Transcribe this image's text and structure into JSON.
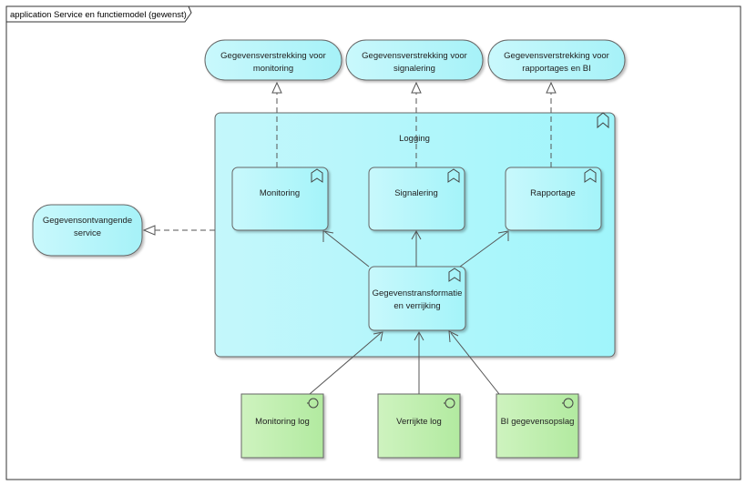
{
  "diagram": {
    "frame_title": "application Service en functiemodel (gewenst)",
    "container": {
      "label": "Logging",
      "icon": "function-bookmark-icon"
    },
    "services_top": [
      {
        "line1": "Gegevensverstrekking voor",
        "line2": "monitoring"
      },
      {
        "line1": "Gegevensverstrekking voor",
        "line2": "signalering"
      },
      {
        "line1": "Gegevensverstrekking voor",
        "line2": "rapportages en BI"
      }
    ],
    "service_left": {
      "line1": "Gegevensontvangende",
      "line2": "service"
    },
    "functions": [
      {
        "label": "Monitoring"
      },
      {
        "label": "Signalering"
      },
      {
        "label": "Rapportage"
      }
    ],
    "transform": {
      "line1": "Gegevenstransformatie",
      "line2": "en verrijking"
    },
    "data_objects": [
      {
        "label": "Monitoring log",
        "icon": "interface-icon"
      },
      {
        "label": "Verrijkte log",
        "icon": "interface-icon"
      },
      {
        "label": "BI gegevensopslag",
        "icon": "interface-icon"
      }
    ],
    "colors": {
      "service_fill": "#b6f6fb",
      "container_fill": "#a6f6fa",
      "data_object_fill": "#c2f0b0",
      "stroke": "#555555"
    }
  }
}
